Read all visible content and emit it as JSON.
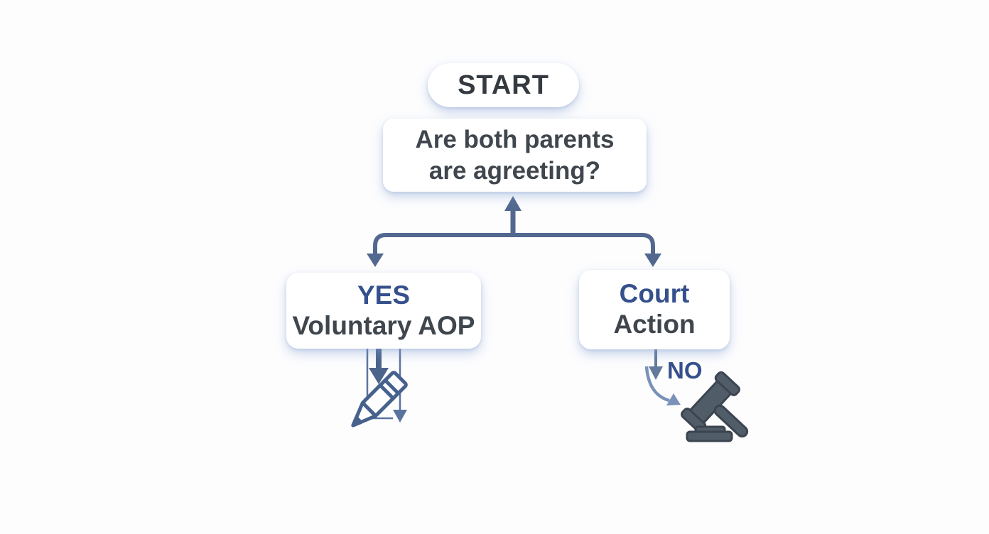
{
  "diagram": {
    "type": "flowchart",
    "background_color": "#fdfdfe",
    "colors": {
      "connector_main": "#52688f",
      "connector_thin": "#5a74a0",
      "connector_light": "#7b92b8",
      "accent_blue_text": "#35508c",
      "dark_text": "#40464d",
      "start_text": "#343a40",
      "node_background": "#ffffff",
      "icon_dark_fill": "#515c69",
      "icon_dark_stroke": "#3c4450",
      "pencil_stroke": "#46618c"
    },
    "nodes": {
      "start": {
        "label": "START"
      },
      "question": {
        "line1": "Are both parents",
        "line2": "are agreeting?"
      },
      "yes": {
        "line1": "YES",
        "line2": "Voluntary AOP"
      },
      "court": {
        "line1": "Court",
        "line2": "Action"
      },
      "no": {
        "label": "NO"
      }
    },
    "icons": [
      {
        "name": "pencil-icon",
        "meaning": "sign voluntary AOP form",
        "branch": "yes"
      },
      {
        "name": "gavel-icon",
        "meaning": "court action",
        "branch": "court"
      }
    ],
    "edges": [
      {
        "from": "branch-bar",
        "to": "question",
        "direction": "up"
      },
      {
        "from": "branch-bar",
        "to": "yes",
        "direction": "down"
      },
      {
        "from": "branch-bar",
        "to": "court",
        "direction": "down"
      },
      {
        "from": "yes",
        "to": "pencil-icon",
        "direction": "down"
      },
      {
        "from": "court",
        "to": "gavel-icon",
        "direction": "down"
      }
    ]
  }
}
